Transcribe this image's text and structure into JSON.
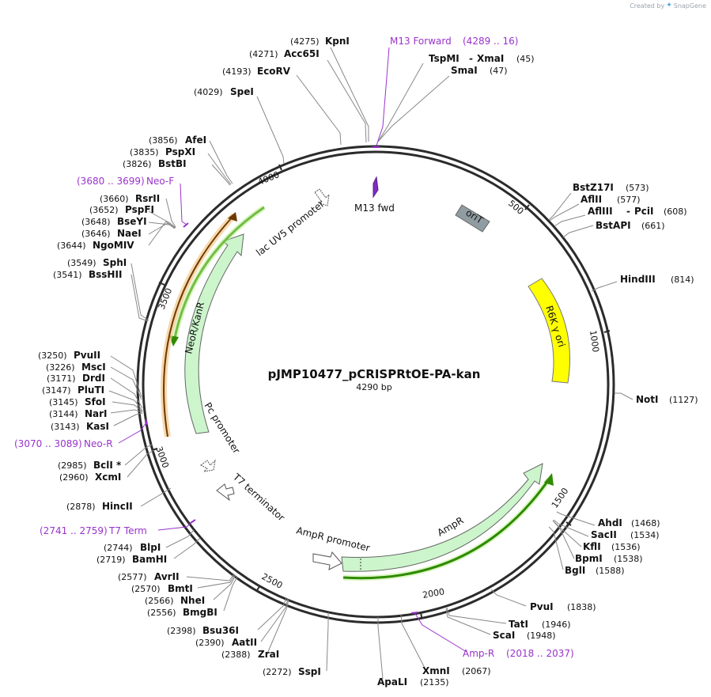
{
  "credit": {
    "prefix": "Created by",
    "brand": "SnapGene"
  },
  "plasmid": {
    "name": "pJMP10477_pCRISPRtOE-PA-kan",
    "length_text": "4290 bp",
    "length": 4290
  },
  "colors": {
    "backbone": "#333333",
    "site_line": "#888888",
    "primer": "#9933cc",
    "kanr_fill": "#ccf5cc",
    "ori_fill": "#ffff00",
    "orit_fill": "#8c9aa0",
    "green_arrow": "#2f8a00",
    "orange_arrow": "#c07020"
  },
  "ticks": [
    {
      "label": "500",
      "pos": 500
    },
    {
      "label": "1000",
      "pos": 1000
    },
    {
      "label": "1500",
      "pos": 1500
    },
    {
      "label": "2000",
      "pos": 2000
    },
    {
      "label": "2500",
      "pos": 2500
    },
    {
      "label": "3000",
      "pos": 3000
    },
    {
      "label": "3500",
      "pos": 3500
    },
    {
      "label": "4000",
      "pos": 4000
    }
  ],
  "features": [
    {
      "name": "R6K γ ori",
      "type": "origin"
    },
    {
      "name": "oriT",
      "type": "oriT"
    },
    {
      "name": "M13 fwd",
      "type": "primer_bind"
    },
    {
      "name": "lac UV5 promoter",
      "type": "promoter"
    },
    {
      "name": "NeoR/KanR",
      "type": "cds"
    },
    {
      "name": "Pc promoter",
      "type": "promoter"
    },
    {
      "name": "T7 terminator",
      "type": "terminator"
    },
    {
      "name": "AmpR promoter",
      "type": "promoter"
    },
    {
      "name": "AmpR",
      "type": "cds"
    }
  ],
  "primers": [
    {
      "name": "M13 Forward",
      "range": "(4289 .. 16)",
      "pos": 4296
    },
    {
      "name": "Neo-F",
      "range": "(3680 .. 3699)",
      "pos": 3690
    },
    {
      "name": "Neo-R",
      "range": "(3070 .. 3089)",
      "pos": 3080
    },
    {
      "name": "T7 Term",
      "range": "(2741 .. 2759)",
      "pos": 2750
    },
    {
      "name": "Amp-R",
      "range": "(2018 .. 2037)",
      "pos": 2028
    }
  ],
  "sites": [
    {
      "pos_text": "(4275)",
      "name": "KpnI"
    },
    {
      "pos_text": "(4271)",
      "name": "Acc65I"
    },
    {
      "pos_text": "(4193)",
      "name": "EcoRV"
    },
    {
      "pos_text": "(4029)",
      "name": "SpeI"
    },
    {
      "name": "TspMI",
      "name2": "XmaI",
      "pos_text": "(45)"
    },
    {
      "name": "SmaI",
      "pos_text": "(47)"
    },
    {
      "name": "BstZ17I",
      "pos_text": "(573)"
    },
    {
      "name": "AflII",
      "pos_text": "(577)"
    },
    {
      "name": "AflIII",
      "name2": "PciI",
      "pos_text": "(608)"
    },
    {
      "name": "BstAPI",
      "pos_text": "(661)"
    },
    {
      "name": "HindIII",
      "pos_text": "(814)"
    },
    {
      "name": "NotI",
      "pos_text": "(1127)"
    },
    {
      "name": "AhdI",
      "pos_text": "(1468)"
    },
    {
      "name": "SacII",
      "pos_text": "(1534)"
    },
    {
      "name": "KflI",
      "pos_text": "(1536)"
    },
    {
      "name": "BpmI",
      "pos_text": "(1538)"
    },
    {
      "name": "BglI",
      "pos_text": "(1588)"
    },
    {
      "name": "PvuI",
      "pos_text": "(1838)"
    },
    {
      "name": "TatI",
      "pos_text": "(1946)"
    },
    {
      "name": "ScaI",
      "pos_text": "(1948)"
    },
    {
      "name": "XmnI",
      "pos_text": "(2067)"
    },
    {
      "name": "ApaLI",
      "pos_text": "(2135)"
    },
    {
      "pos_text": "(2272)",
      "name": "SspI"
    },
    {
      "pos_text": "(2388)",
      "name": "ZraI"
    },
    {
      "pos_text": "(2390)",
      "name": "AatII"
    },
    {
      "pos_text": "(2398)",
      "name": "Bsu36I"
    },
    {
      "pos_text": "(2556)",
      "name": "BmgBI"
    },
    {
      "pos_text": "(2566)",
      "name": "NheI"
    },
    {
      "pos_text": "(2570)",
      "name": "BmtI"
    },
    {
      "pos_text": "(2577)",
      "name": "AvrII"
    },
    {
      "pos_text": "(2719)",
      "name": "BamHI"
    },
    {
      "pos_text": "(2744)",
      "name": "BlpI"
    },
    {
      "pos_text": "(2878)",
      "name": "HincII"
    },
    {
      "pos_text": "(2960)",
      "name": "XcmI"
    },
    {
      "pos_text": "(2985)",
      "name": "BclI *"
    },
    {
      "pos_text": "(3143)",
      "name": "KasI"
    },
    {
      "pos_text": "(3144)",
      "name": "NarI"
    },
    {
      "pos_text": "(3145)",
      "name": "SfoI"
    },
    {
      "pos_text": "(3147)",
      "name": "PluTI"
    },
    {
      "pos_text": "(3171)",
      "name": "DrdI"
    },
    {
      "pos_text": "(3226)",
      "name": "MscI"
    },
    {
      "pos_text": "(3250)",
      "name": "PvuII"
    },
    {
      "pos_text": "(3541)",
      "name": "BssHII"
    },
    {
      "pos_text": "(3549)",
      "name": "SphI"
    },
    {
      "pos_text": "(3644)",
      "name": "NgoMIV"
    },
    {
      "pos_text": "(3646)",
      "name": "NaeI"
    },
    {
      "pos_text": "(3648)",
      "name": "BseYI"
    },
    {
      "pos_text": "(3652)",
      "name": "PspFI"
    },
    {
      "pos_text": "(3660)",
      "name": "RsrII"
    },
    {
      "pos_text": "(3826)",
      "name": "BstBI"
    },
    {
      "pos_text": "(3835)",
      "name": "PspXI"
    },
    {
      "pos_text": "(3856)",
      "name": "AfeI"
    }
  ]
}
